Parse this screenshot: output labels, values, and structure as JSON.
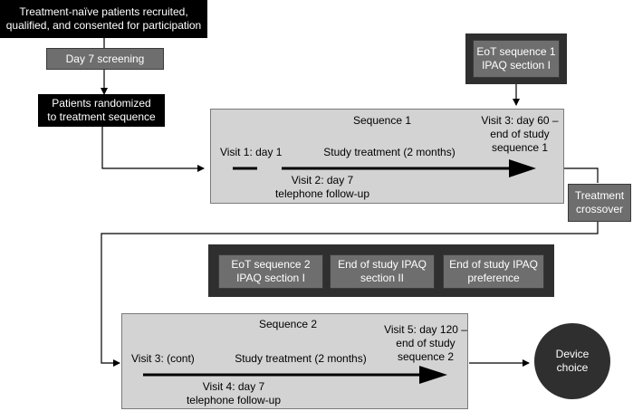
{
  "top_box": [
    "Treatment-naïve patients recruited,",
    "qualified, and consented for participation"
  ],
  "screening": "Day 7 screening",
  "randomized": [
    "Patients randomized",
    "to treatment sequence"
  ],
  "eot1": [
    "EoT sequence 1",
    "IPAQ section I"
  ],
  "seq1": {
    "title": "Sequence 1",
    "visit1": "Visit 1: day 1",
    "study_treatment": "Study treatment (2 months)",
    "visit3": [
      "Visit 3: day 60 –",
      "end of study",
      "sequence 1"
    ],
    "visit2": [
      "Visit 2: day 7",
      "telephone follow-up"
    ]
  },
  "crossover": [
    "Treatment",
    "crossover"
  ],
  "ipaq_boxes": [
    [
      "EoT sequence 2",
      "IPAQ section I"
    ],
    [
      "End of study IPAQ",
      "section II"
    ],
    [
      "End of study IPAQ",
      "preference"
    ]
  ],
  "seq2": {
    "title": "Sequence 2",
    "visit3": "Visit 3: (cont)",
    "study_treatment": "Study treatment (2 months)",
    "visit5": [
      "Visit 5: day 120 –",
      "end of study",
      "sequence 2"
    ],
    "visit4": [
      "Visit 4: day 7",
      "telephone follow-up"
    ]
  },
  "device_choice": [
    "Device",
    "choice"
  ],
  "colors": {
    "black_box": "#000000",
    "gray_box": "#6e6e6e",
    "dark_frame": "#2f2f2f",
    "light_panel": "#d3d3d3"
  }
}
